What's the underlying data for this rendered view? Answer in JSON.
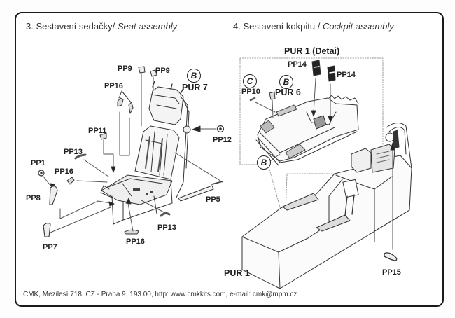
{
  "sections": {
    "seat": {
      "number": "3.",
      "title_cz": "Sestavení sedačky/",
      "title_en": "Seat assembly"
    },
    "cockpit": {
      "number": "4.",
      "title_cz": "Sestavení kokpitu /",
      "title_en": "Cockpit assembly"
    }
  },
  "seat_labels": {
    "pp9_a": "PP9",
    "pp9_b": "PP9",
    "pur7": "PUR 7",
    "badge_pur7": "B",
    "pp16_top": "PP16",
    "pp11": "PP11",
    "pp12": "PP12",
    "pp13_left": "PP13",
    "pp1": "PP1",
    "pp16_mid": "PP16",
    "pp8": "PP8",
    "pp5": "PP5",
    "pp13_bottom": "PP13",
    "pp7": "PP7",
    "pp16_bottom": "PP16"
  },
  "cockpit_labels": {
    "detail_title": "PUR 1 (Detai)",
    "pp14_a": "PP14",
    "pp14_b": "PP14",
    "badge_pp10": "C",
    "pp10": "PP10",
    "badge_pur6": "B",
    "pur6": "PUR 6",
    "badge_detail": "B",
    "pur1": "PUR 1",
    "pp15": "PP15"
  },
  "footer": {
    "text": "CMK, Mezilesí 718, CZ - Praha 9,  193 00, http: www.cmkkits.com, e-mail: cmk@mpm.cz"
  }
}
